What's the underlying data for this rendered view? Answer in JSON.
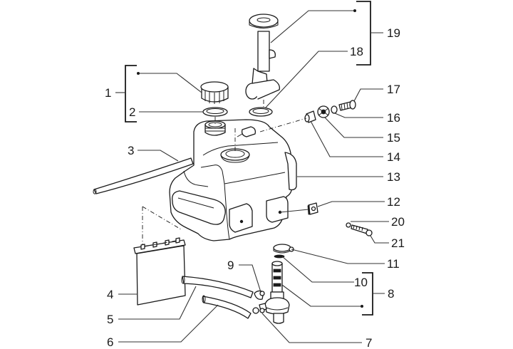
{
  "diagram": {
    "title": "Fuel tank exploded parts diagram",
    "callouts": [
      {
        "id": "1",
        "label": "1",
        "part": "fuel-cap-assembly"
      },
      {
        "id": "2",
        "label": "2",
        "part": "cap-seal-ring"
      },
      {
        "id": "3",
        "label": "3",
        "part": "vent-hose"
      },
      {
        "id": "4",
        "label": "4",
        "part": "heat-shield-plate"
      },
      {
        "id": "5",
        "label": "5",
        "part": "fuel-hose"
      },
      {
        "id": "6",
        "label": "6",
        "part": "fuel-hose"
      },
      {
        "id": "7",
        "label": "7",
        "part": "hose-clip"
      },
      {
        "id": "8",
        "label": "8",
        "part": "fuel-tap-assembly"
      },
      {
        "id": "9",
        "label": "9",
        "part": "hose-clamp"
      },
      {
        "id": "10",
        "label": "10",
        "part": "tap-seal"
      },
      {
        "id": "11",
        "label": "11",
        "part": "tap-lever"
      },
      {
        "id": "12",
        "label": "12",
        "part": "clip-nut"
      },
      {
        "id": "13",
        "label": "13",
        "part": "fuel-tank"
      },
      {
        "id": "14",
        "label": "14",
        "part": "spacer"
      },
      {
        "id": "15",
        "label": "15",
        "part": "rubber-grommet"
      },
      {
        "id": "16",
        "label": "16",
        "part": "washer"
      },
      {
        "id": "17",
        "label": "17",
        "part": "screw"
      },
      {
        "id": "18",
        "label": "18",
        "part": "sender-seal-ring"
      },
      {
        "id": "19",
        "label": "19",
        "part": "fuel-level-sender-assembly"
      },
      {
        "id": "20",
        "label": "20",
        "part": "washer"
      },
      {
        "id": "21",
        "label": "21",
        "part": "bolt"
      }
    ]
  }
}
